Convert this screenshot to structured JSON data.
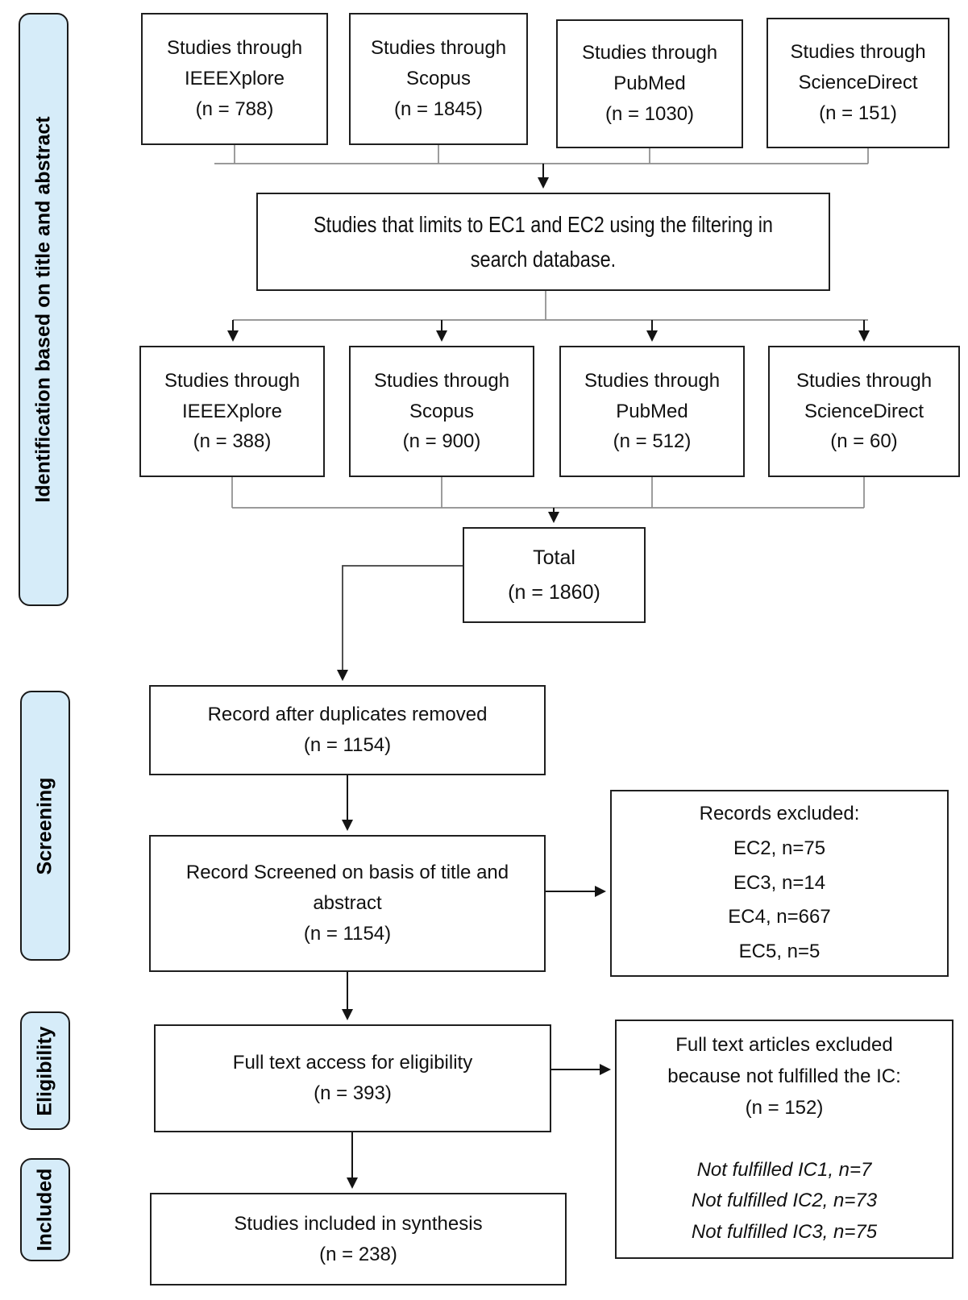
{
  "title": "PRISMA-style study selection flow diagram",
  "colors": {
    "stage_fill": "#d6ecf9",
    "stage_border": "#1a1a1a",
    "box_fill": "#ffffff",
    "box_border": "#1f1f1f",
    "connector_gray": "#8c8c8c",
    "arrow_black": "#141414"
  },
  "stages": [
    {
      "label": "Identification based on title and abstract"
    },
    {
      "label": "Screening"
    },
    {
      "label": "Eligibility"
    },
    {
      "label": "Included"
    }
  ],
  "nodes": {
    "sources_initial": [
      {
        "line1": "Studies through",
        "line2": "IEEEXplore",
        "count": "(n = 788)"
      },
      {
        "line1": "Studies through",
        "line2": "Scopus",
        "count": "(n = 1845)"
      },
      {
        "line1": "Studies through",
        "line2": "PubMed",
        "count": "(n = 1030)"
      },
      {
        "line1": "Studies through",
        "line2": "ScienceDirect",
        "count": "(n = 151)"
      }
    ],
    "filter": {
      "line1": "Studies that limits to EC1 and EC2 using the filtering in",
      "line2": "search database."
    },
    "sources_filtered": [
      {
        "line1": "Studies through",
        "line2": "IEEEXplore",
        "count": "(n = 388)"
      },
      {
        "line1": "Studies through",
        "line2": "Scopus",
        "count": "(n = 900)"
      },
      {
        "line1": "Studies through",
        "line2": "PubMed",
        "count": "(n = 512)"
      },
      {
        "line1": "Studies through",
        "line2": "ScienceDirect",
        "count": "(n = 60)"
      }
    ],
    "total": {
      "line1": "Total",
      "count": "(n = 1860)"
    },
    "duplicates_removed": {
      "line1": "Record after duplicates removed",
      "count": "(n = 1154)"
    },
    "screened": {
      "line1": "Record Screened on basis of title and",
      "line2": "abstract",
      "count": "(n = 1154)"
    },
    "records_excluded": {
      "title": "Records excluded:",
      "items": [
        "EC2, n=75",
        "EC3, n=14",
        "EC4, n=667",
        "EC5, n=5"
      ]
    },
    "full_text": {
      "line1": "Full text access for eligibility",
      "count": "(n = 393)"
    },
    "full_text_excluded": {
      "line1": "Full text articles excluded",
      "line2": "because not fulfilled the IC:",
      "count": "(n = 152)",
      "items": [
        "Not fulfilled IC1, n=7",
        "Not fulfilled IC2, n=73",
        "Not fulfilled IC3, n=75"
      ]
    },
    "included": {
      "line1": "Studies included in synthesis",
      "count": "(n = 238)"
    }
  }
}
